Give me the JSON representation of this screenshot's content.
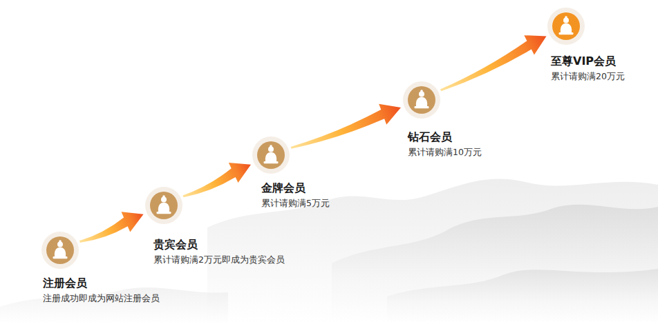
{
  "diagram": {
    "nodes": [
      {
        "text": [
          "注册会员",
          "注册成功即成为网站注册会员"
        ]
      },
      {
        "text": [
          "贵宾会员",
          "累计请购满2万元即成为贵宾会员"
        ]
      },
      {
        "text": [
          "金牌会员",
          "累计请购满5万元"
        ]
      },
      {
        "text": [
          "钻石会员",
          "累计请购满10万元"
        ]
      },
      {
        "text": [
          "至尊VIP会员",
          "累计请购满20万元"
        ]
      }
    ],
    "edges": [
      {
        "from": 0,
        "to": 1,
        "arrow": "to"
      },
      {
        "from": 1,
        "to": 2,
        "arrow": "to"
      },
      {
        "from": 2,
        "to": 3,
        "arrow": "to"
      },
      {
        "from": 3,
        "to": 4,
        "arrow": "to"
      }
    ]
  }
}
